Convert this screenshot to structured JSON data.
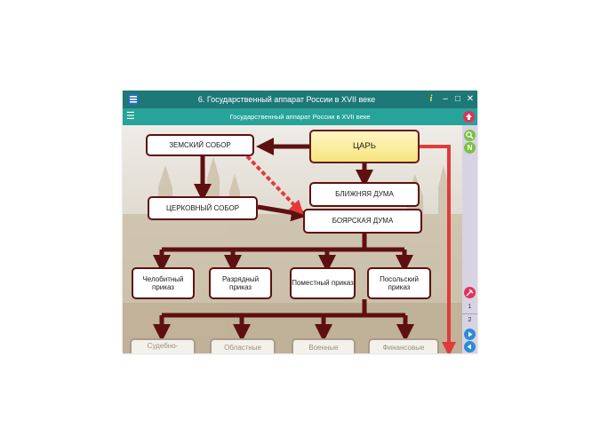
{
  "window": {
    "title": "6. Государственный аппарат России в XVII веке",
    "controls": {
      "info": "i",
      "minimize": "–",
      "maximize": "□",
      "close": "✕"
    }
  },
  "toolbar": {
    "menu_icon": "☰",
    "title": "Государственный аппарат России в XVII веке"
  },
  "sidebar": {
    "buttons": [
      {
        "icon": "up-arrow-icon",
        "color": "#e0325a"
      },
      {
        "icon": "magnifier-icon",
        "color": "#7cc043"
      },
      {
        "icon": "n-letter-icon",
        "label": "N",
        "color": "#7cc043"
      },
      {
        "icon": "pin-icon",
        "color": "#e0325a"
      },
      {
        "icon": "play-right-icon",
        "color": "#2b8bd8"
      },
      {
        "icon": "play-left-icon",
        "color": "#2b8bd8"
      }
    ],
    "pages": [
      "1",
      "2"
    ]
  },
  "diagram": {
    "tsar": "ЦАРЬ",
    "zemsky_sobor": "ЗЕМСКИЙ СОБОР",
    "church_sobor": "ЦЕРКОВНЫЙ СОБОР",
    "near_duma": "БЛИЖНЯЯ ДУМА",
    "boyar_duma": "БОЯРСКАЯ ДУМА",
    "prikazy": [
      "Челобитный приказ",
      "Разрядный приказ",
      "Поместный приказ",
      "Посольский приказ"
    ],
    "lower_partial": [
      "Судебно-",
      "Областные",
      "Военные",
      "Финансовые"
    ]
  },
  "colors": {
    "titlebar": "#1e7878",
    "toolbar": "#27a39a",
    "box_border": "#5e1010",
    "arrow": "#5e1010",
    "red_line": "#e03a3a",
    "sidebar": "#d8d3e3",
    "tsar_fill": "#f6e57e"
  }
}
